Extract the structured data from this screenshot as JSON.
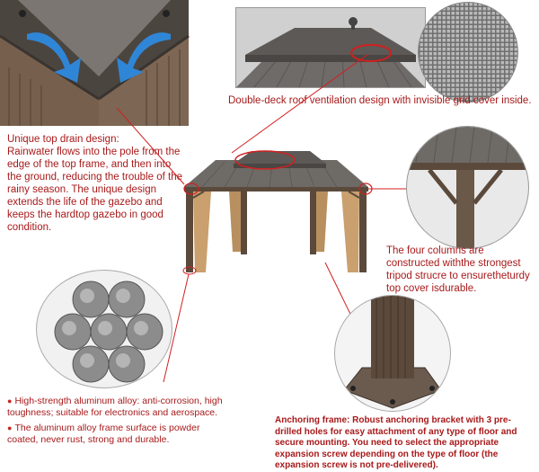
{
  "roof_vent": {
    "caption": "Double-deck roof ventilation design with invisible grid cover inside."
  },
  "drain": {
    "title": "Unique top drain design:",
    "body": "Rainwater flows into the pole from the edge of the top frame, and then into the ground, reducing the trouble of the rainy season. The unique design extends the life of the gazebo and keeps the hardtop gazebo in good condition."
  },
  "columns": {
    "text": "The four columns are constructed withthe strongest tripod strucre to ensuretheturdy top cover isdurable."
  },
  "aluminum": {
    "items": [
      "High-strength aluminum alloy: anti-corrosion, high toughness; suitable for electronics and aerospace.",
      "The aluminum alloy frame surface is powder coated, never rust, strong and durable."
    ]
  },
  "anchor": {
    "text": "Anchoring frame: Robust anchoring bracket with 3 pre-drilled holes for easy attachment of any type of floor and secure mounting. You need to select the appropriate expansion screw depending on the type of floor (the expansion screw is not pre-delivered)."
  },
  "colors": {
    "accent_red": "#a8191a",
    "frame_brown": "#5b4a3c",
    "roof_gray": "#6e6a66",
    "curtain_tan": "#c9a06e",
    "arrow_blue": "#2f86d6"
  }
}
